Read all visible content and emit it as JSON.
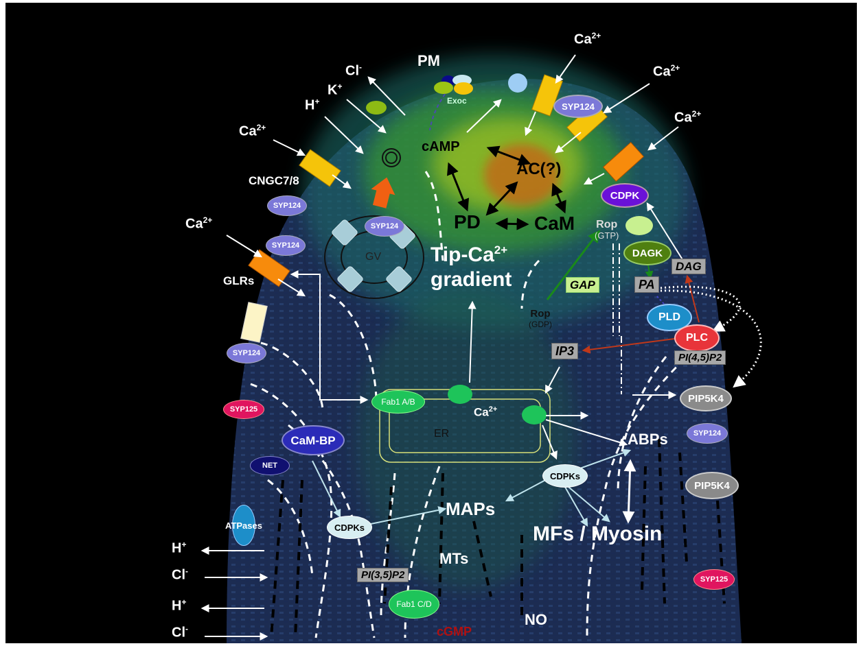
{
  "labels": {
    "pm": "PM",
    "exoc": "Exoc",
    "cl": "Cl",
    "k": "K",
    "h": "H",
    "minus": "-",
    "plus": "+",
    "ca": "Ca",
    "ca_sup": "2+",
    "cngc": "CNGC7/8",
    "glrs": "GLRs",
    "gv": "GV",
    "camp": "cAMP",
    "ac": "AC(?)",
    "pd": "PD",
    "cam": "CaM",
    "tip_line1_pre": "Tip-Ca",
    "tip_line2": "gradient",
    "rop": "Rop",
    "gtp": "(GTP)",
    "gdp": "(GDP)",
    "gap": "GAP",
    "cdpk": "CDPK",
    "dagk": "DAGK",
    "dag": "DAG",
    "pa": "PA",
    "pld": "PLD",
    "plc": "PLC",
    "ip3": "IP3",
    "pi45p2": "PI(4,5)P2",
    "pi35p2": "PI(3,5)P2",
    "pip5k4": "PIP5K4",
    "fab1ab": "Fab1 A/B",
    "fab1cd": "Fab1 C/D",
    "er": "ER",
    "abps": "ABPs",
    "cdpks": "CDPKs",
    "maps": "MAPs",
    "mts": "MTs",
    "mfs": "MFs / Myosin",
    "camb": "CaM-BP",
    "net": "NET",
    "atpases": "ATPases",
    "syp124": "SYP124",
    "syp125": "SYP125",
    "no": "NO",
    "cgmp": "cGMP"
  },
  "colors": {
    "background": "#000000",
    "syp124": "#7b78d8",
    "syp125": "#e0155f",
    "camb": "#2b2bb8",
    "net": "#101070",
    "cdpk": "#6a11d8",
    "dagk": "#4f7f10",
    "pld": "#1d8ec9",
    "plc": "#e8343a",
    "pip5k4": "#8a8a8a",
    "fab1": "#1ec45a",
    "channel_yellow": "#f5c40a",
    "channel_orange": "#f78b0c",
    "cgmp": "#b01010"
  }
}
